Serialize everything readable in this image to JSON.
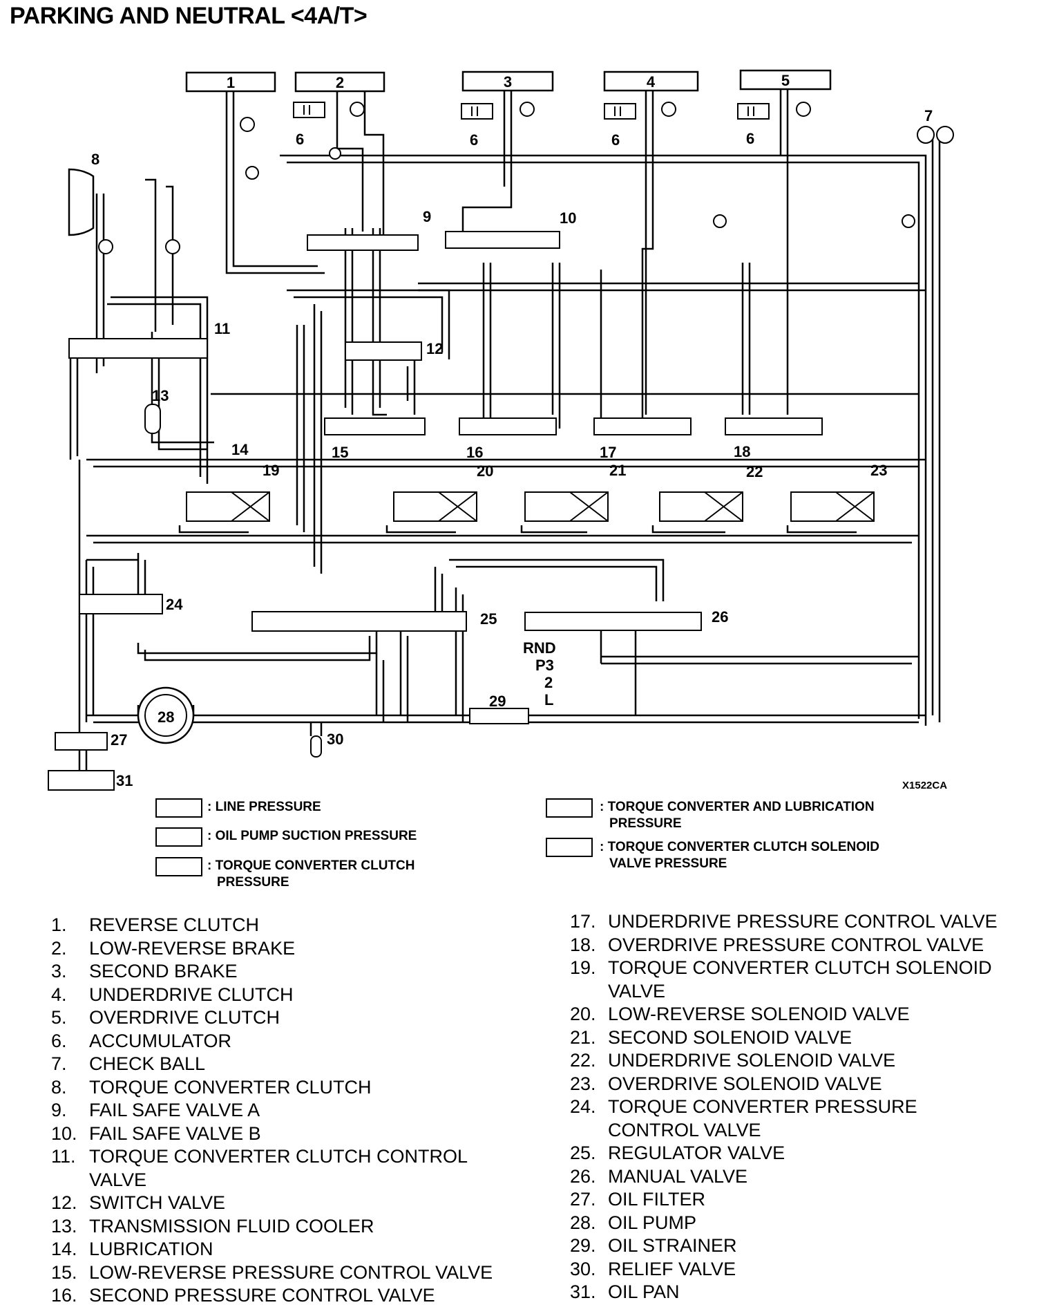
{
  "title": "PARKING AND NEUTRAL <4A/T>",
  "diagram_code": "X1522CA",
  "box_labels": [
    "1",
    "2",
    "3",
    "4",
    "5"
  ],
  "callouts": {
    "c6": "6",
    "c7": "7",
    "c8": "8",
    "c9": "9",
    "c10": "10",
    "c11": "11",
    "c12": "12",
    "c13": "13",
    "c14": "14",
    "c15": "15",
    "c16": "16",
    "c17": "17",
    "c18": "18",
    "c19": "19",
    "c20": "20",
    "c21": "21",
    "c22": "22",
    "c23": "23",
    "c24": "24",
    "c25": "25",
    "c26": "26",
    "c27": "27",
    "c28": "28",
    "c29": "29",
    "c30": "30",
    "c31": "31"
  },
  "shift_positions": [
    "RND",
    "P3",
    "2",
    "L"
  ],
  "legend": {
    "line_pressure": ": LINE PRESSURE",
    "oil_pump_suction": ": OIL PUMP SUCTION PRESSURE",
    "tcc_pressure_1": ": TORQUE CONVERTER CLUTCH",
    "tcc_pressure_2": "PRESSURE",
    "tc_lubrication_1": ": TORQUE CONVERTER AND LUBRICATION",
    "tc_lubrication_2": "PRESSURE",
    "tcc_solenoid_1": ": TORQUE CONVERTER CLUTCH SOLENOID",
    "tcc_solenoid_2": "VALVE PRESSURE"
  },
  "parts_left": [
    {
      "num": "1.",
      "lines": [
        "REVERSE CLUTCH"
      ]
    },
    {
      "num": "2.",
      "lines": [
        "LOW-REVERSE BRAKE"
      ]
    },
    {
      "num": "3.",
      "lines": [
        "SECOND BRAKE"
      ]
    },
    {
      "num": "4.",
      "lines": [
        "UNDERDRIVE CLUTCH"
      ]
    },
    {
      "num": "5.",
      "lines": [
        "OVERDRIVE CLUTCH"
      ]
    },
    {
      "num": "6.",
      "lines": [
        "ACCUMULATOR"
      ]
    },
    {
      "num": "7.",
      "lines": [
        "CHECK BALL"
      ]
    },
    {
      "num": "8.",
      "lines": [
        "TORQUE CONVERTER CLUTCH"
      ]
    },
    {
      "num": "9.",
      "lines": [
        "FAIL SAFE VALVE A"
      ]
    },
    {
      "num": "10.",
      "lines": [
        "FAIL SAFE VALVE B"
      ]
    },
    {
      "num": "11.",
      "lines": [
        "TORQUE CONVERTER CLUTCH CONTROL",
        "VALVE"
      ]
    },
    {
      "num": "12.",
      "lines": [
        "SWITCH VALVE"
      ]
    },
    {
      "num": "13.",
      "lines": [
        "TRANSMISSION FLUID COOLER"
      ]
    },
    {
      "num": "14.",
      "lines": [
        "LUBRICATION"
      ]
    },
    {
      "num": "15.",
      "lines": [
        "LOW-REVERSE PRESSURE CONTROL VALVE"
      ]
    },
    {
      "num": "16.",
      "lines": [
        "SECOND PRESSURE CONTROL VALVE"
      ]
    }
  ],
  "parts_right": [
    {
      "num": "17.",
      "lines": [
        "UNDERDRIVE PRESSURE CONTROL VALVE"
      ]
    },
    {
      "num": "18.",
      "lines": [
        "OVERDRIVE PRESSURE CONTROL VALVE"
      ]
    },
    {
      "num": "19.",
      "lines": [
        "TORQUE CONVERTER CLUTCH SOLENOID",
        "VALVE"
      ]
    },
    {
      "num": "20.",
      "lines": [
        "LOW-REVERSE SOLENOID VALVE"
      ]
    },
    {
      "num": "21.",
      "lines": [
        "SECOND SOLENOID VALVE"
      ]
    },
    {
      "num": "22.",
      "lines": [
        "UNDERDRIVE SOLENOID VALVE"
      ]
    },
    {
      "num": "23.",
      "lines": [
        "OVERDRIVE SOLENOID VALVE"
      ]
    },
    {
      "num": "24.",
      "lines": [
        "TORQUE CONVERTER PRESSURE",
        "CONTROL VALVE"
      ]
    },
    {
      "num": "25.",
      "lines": [
        "REGULATOR VALVE"
      ]
    },
    {
      "num": "26.",
      "lines": [
        "MANUAL VALVE"
      ]
    },
    {
      "num": "27.",
      "lines": [
        "OIL FILTER"
      ]
    },
    {
      "num": "28.",
      "lines": [
        "OIL PUMP"
      ]
    },
    {
      "num": "29.",
      "lines": [
        "OIL STRAINER"
      ]
    },
    {
      "num": "30.",
      "lines": [
        "RELIEF VALVE"
      ]
    },
    {
      "num": "31.",
      "lines": [
        "OIL PAN"
      ]
    }
  ]
}
